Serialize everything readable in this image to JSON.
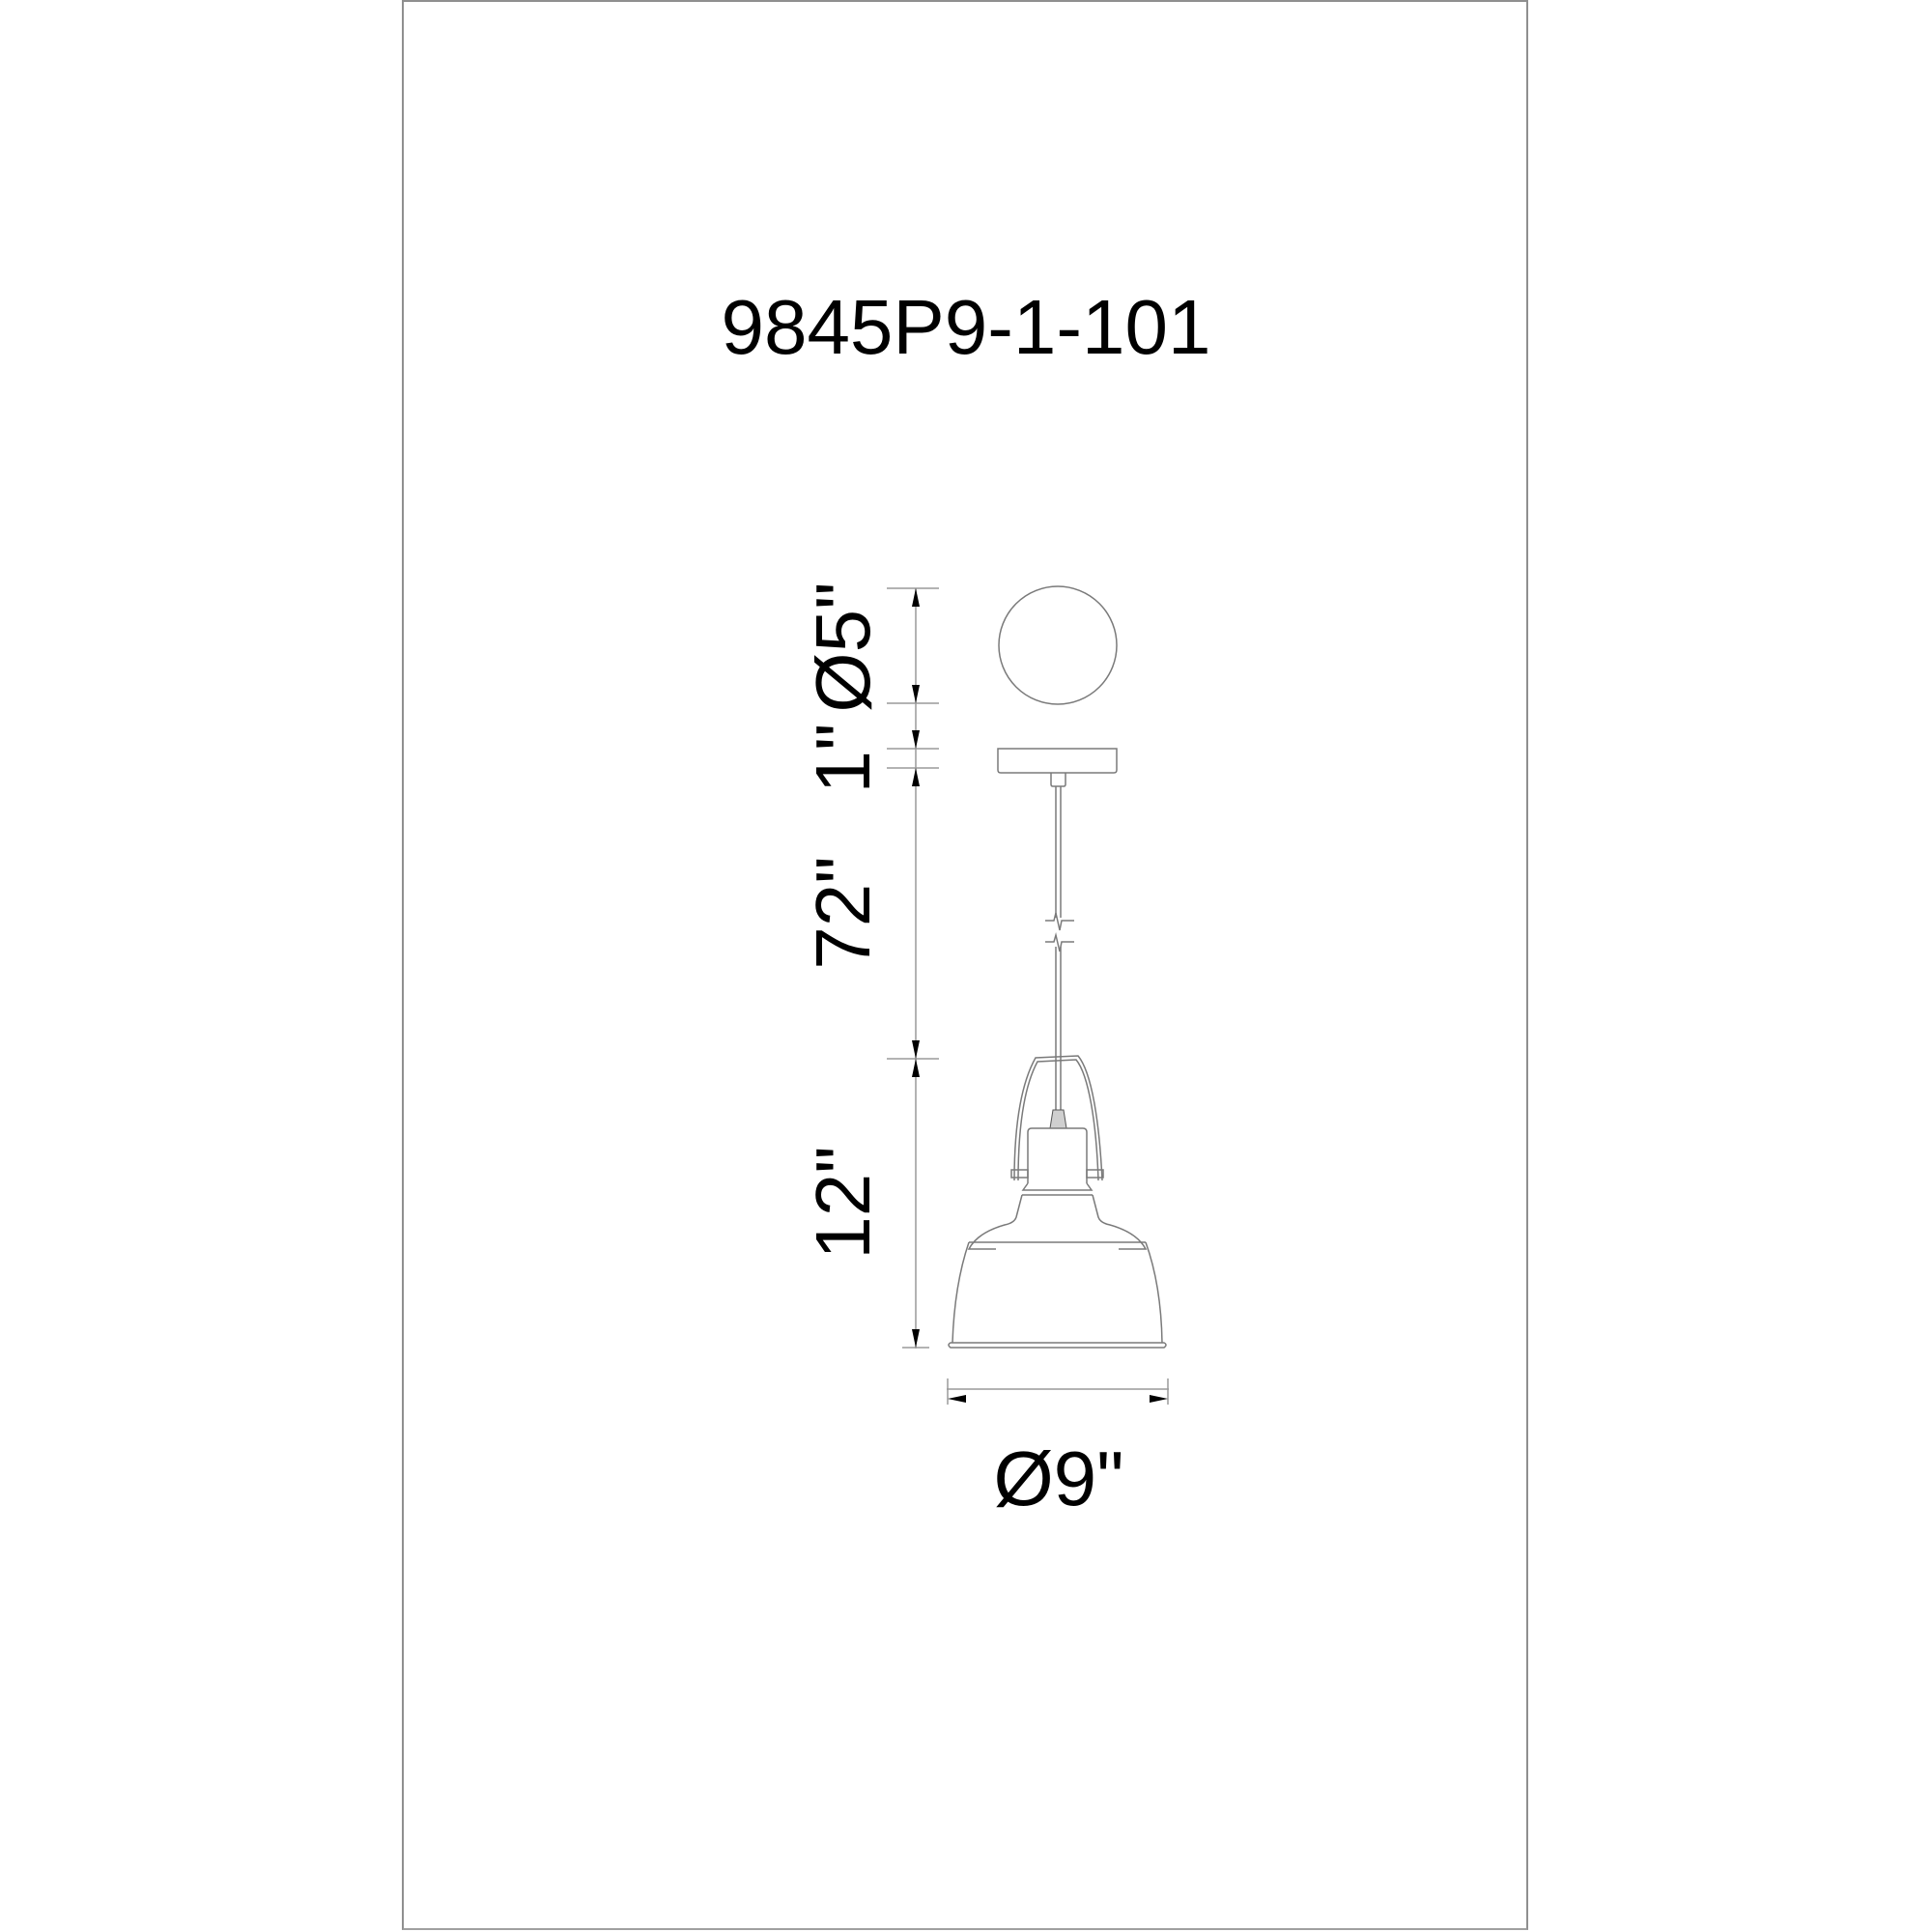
{
  "drawing": {
    "model_number": "9845P9-1-101",
    "dimensions": {
      "canopy_diameter": "Ø5\"",
      "canopy_height": "1\"",
      "cord_length": "72\"",
      "fixture_height": "12\"",
      "fixture_diameter": "Ø9\""
    },
    "views": [
      "canopy-top-view",
      "side-elevation"
    ],
    "colors": {
      "line": "#7a7a7a",
      "text": "#000000",
      "frame": "#8f8f8f"
    }
  }
}
